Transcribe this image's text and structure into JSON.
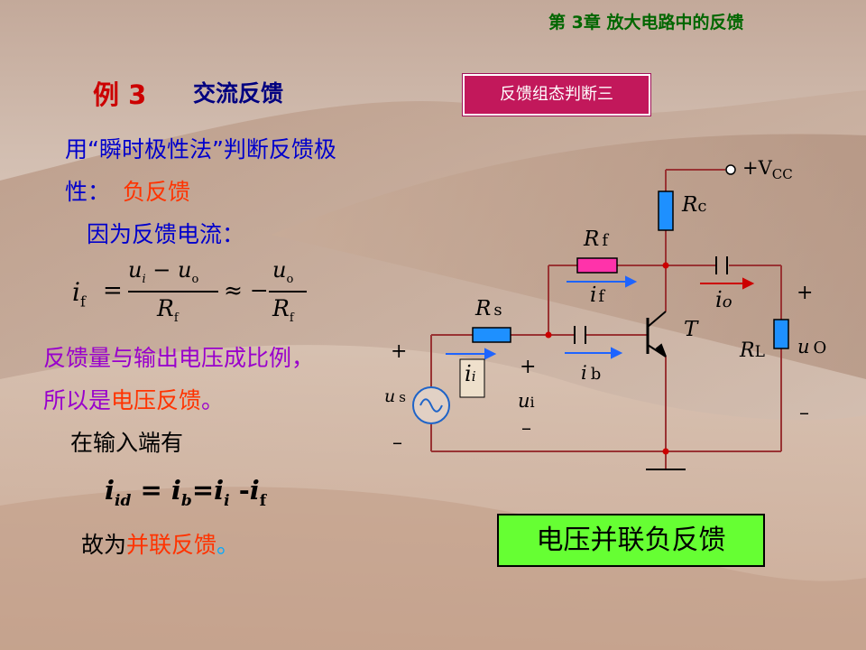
{
  "header": {
    "chapter_title": "第 3章  放大电路中的反馈"
  },
  "example": {
    "number": "例 3",
    "topic": "交流反馈"
  },
  "tag": {
    "label": "反馈组态判断三"
  },
  "text": {
    "line1": "用“瞬时极性法”判断反馈极",
    "line2_prefix": "性：",
    "line2_result": "负反馈",
    "line3": "因为反馈电流：",
    "line4": "反馈量与输出电压成比例，",
    "line5_prefix": "所以是",
    "line5_result": "电压反馈",
    "line5_suffix": "。",
    "line6": "在输入端有",
    "line7_prefix": "故为",
    "line7_result": "并联反馈",
    "line7_suffix": "。"
  },
  "formula": {
    "lhs": "i",
    "lhs_sub": "f",
    "eq": "=",
    "num1": "u",
    "num1_sub": "i",
    "minus": "−",
    "num1b": "u",
    "num1b_sub": "o",
    "den1": "R",
    "den1_sub": "f",
    "approx": "≈ −",
    "num2": "u",
    "num2_sub": "o",
    "den2": "R",
    "den2_sub": "f"
  },
  "current_eq": {
    "a": "i",
    "a_sub": "id",
    "eq1": " = ",
    "b": "i",
    "b_sub": "b",
    "eq2": "=",
    "c": "i",
    "c_sub": "i",
    "minus": " -",
    "d": "i",
    "d_sub": "f"
  },
  "result_box": {
    "label": "电压并联负反馈"
  },
  "circuit": {
    "vcc": "+V",
    "vcc_sub": "CC",
    "rc": "R",
    "rc_sub": "c",
    "rf": "R",
    "rf_sub": "f",
    "if": "i",
    "if_sub": "f",
    "io": "i",
    "io_sub": "o",
    "rs": "R",
    "rs_sub": "s",
    "t": "T",
    "rl": "R",
    "rl_sub": "L",
    "uo": "u",
    "uo_sub": "O",
    "ii": "i",
    "ii_sub": "i",
    "ib": "i",
    "ib_sub": "b",
    "ui": "u",
    "ui_sub": "i",
    "us": "u",
    "us_sub": "s",
    "plus": "+",
    "minus": "–"
  },
  "colors": {
    "header": "#006600",
    "example_number": "#cc0000",
    "topic": "#000080",
    "blue_text": "#0000cc",
    "red_text": "#ff3300",
    "purple_text": "#9900cc",
    "tag_bg": "#c2185b",
    "green_box": "#66ff33",
    "wire": "#993333",
    "resistor": "#1e90ff",
    "feedback_resistor": "#ff33aa"
  }
}
